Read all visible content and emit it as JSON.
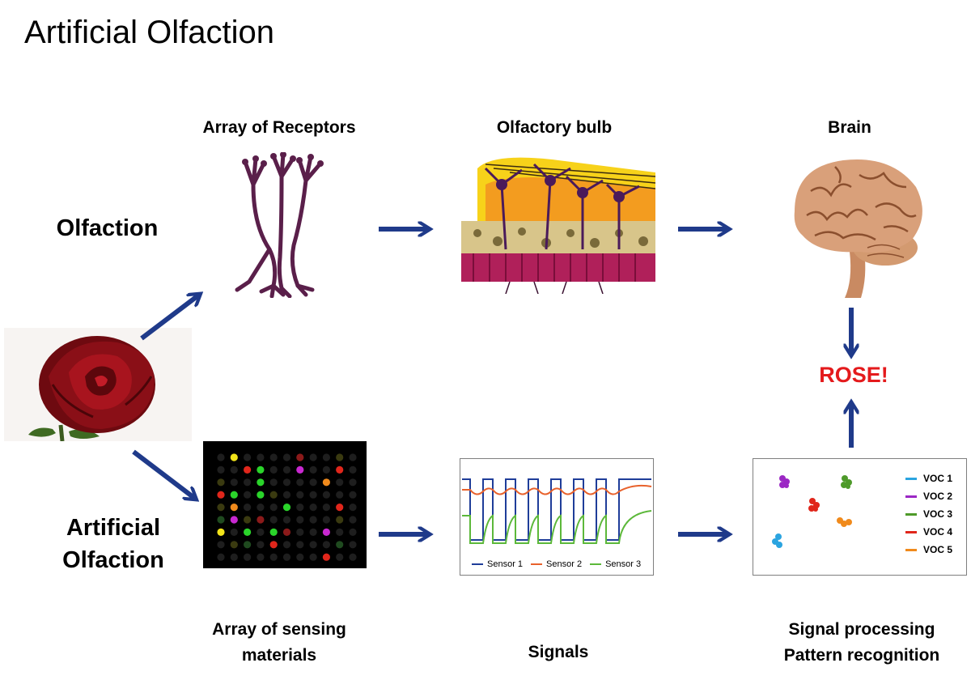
{
  "title": "Artificial Olfaction",
  "rows": {
    "top": "Olfaction",
    "bottom_line1": "Artificial",
    "bottom_line2": "Olfaction"
  },
  "stages": {
    "receptors": "Array of Receptors",
    "bulb": "Olfactory bulb",
    "brain": "Brain",
    "sensing_line1": "Array of sensing",
    "sensing_line2": "materials",
    "signals": "Signals",
    "processing_line1": "Signal processing",
    "processing_line2": "Pattern recognition"
  },
  "result": "ROSE!",
  "signals_legend": [
    {
      "name": "Sensor 1",
      "color": "#1f3d99"
    },
    {
      "name": "Sensor 2",
      "color": "#e8622c"
    },
    {
      "name": "Sensor 3",
      "color": "#5cb83a"
    }
  ],
  "voc_legend": [
    {
      "name": "VOC 1",
      "color": "#2ba4e0"
    },
    {
      "name": "VOC 2",
      "color": "#9b27c4"
    },
    {
      "name": "VOC 3",
      "color": "#4e9a2a"
    },
    {
      "name": "VOC 4",
      "color": "#e0261b"
    },
    {
      "name": "VOC 5",
      "color": "#f08a1c"
    }
  ],
  "colors": {
    "arrow": "#1f3a8a",
    "result": "#e41a1c"
  }
}
